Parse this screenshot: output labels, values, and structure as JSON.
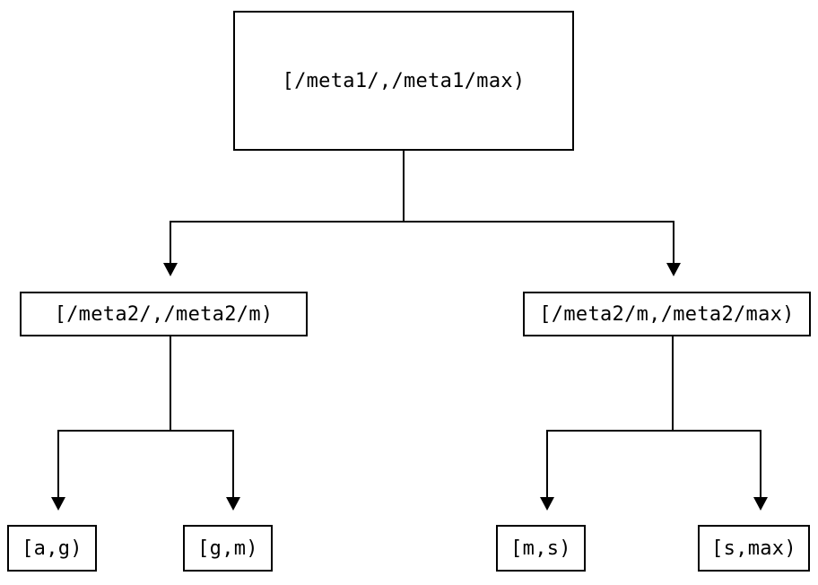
{
  "diagram": {
    "background_color": "#ffffff",
    "line_color": "#000000",
    "text_color": "#000000",
    "nodes": {
      "root": {
        "label": "[/meta1/,/meta1/max)"
      },
      "meta2_left": {
        "label": "[/meta2/,/meta2/m)"
      },
      "meta2_right": {
        "label": "[/meta2/m,/meta2/max)"
      },
      "leaf_a_g": {
        "label": "[a,g)"
      },
      "leaf_g_m": {
        "label": "[g,m)"
      },
      "leaf_m_s": {
        "label": "[m,s)"
      },
      "leaf_s_max": {
        "label": "[s,max)"
      }
    },
    "edges": [
      {
        "from": "root",
        "to": "meta2_left"
      },
      {
        "from": "root",
        "to": "meta2_right"
      },
      {
        "from": "meta2_left",
        "to": "leaf_a_g"
      },
      {
        "from": "meta2_left",
        "to": "leaf_g_m"
      },
      {
        "from": "meta2_right",
        "to": "leaf_m_s"
      },
      {
        "from": "meta2_right",
        "to": "leaf_s_max"
      }
    ]
  }
}
